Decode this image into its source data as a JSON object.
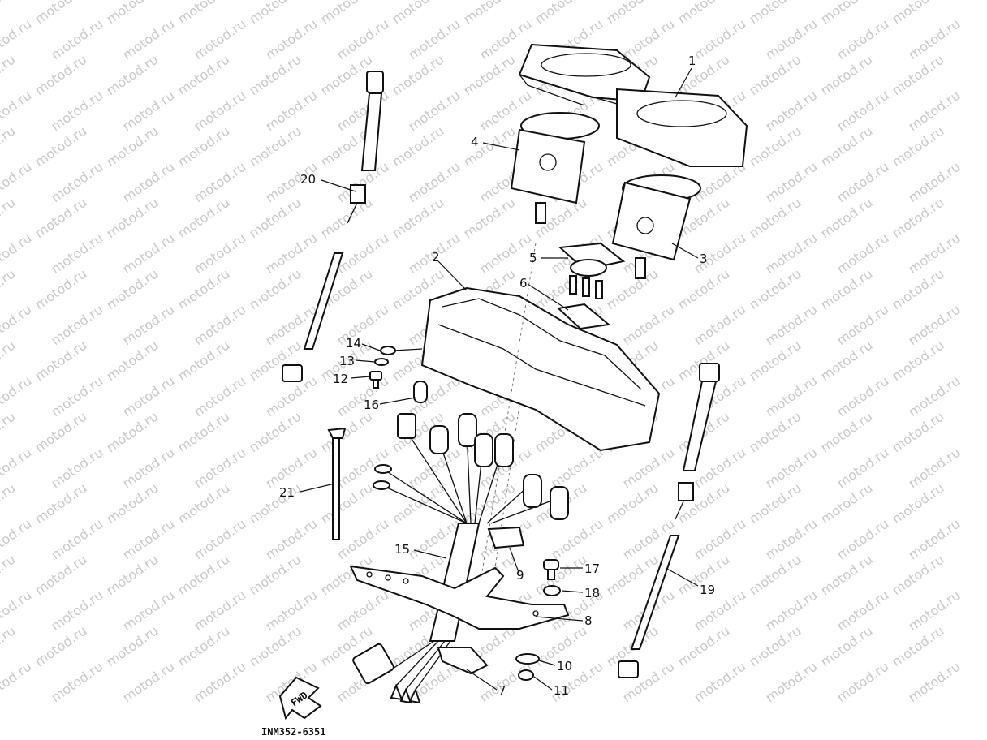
{
  "watermark": {
    "text": "motod.ru",
    "color": "#c9c9c9"
  },
  "diagram_code": "INM352-6351",
  "fwd_mark": "FWD",
  "callouts": [
    {
      "id": "1",
      "text": "1"
    },
    {
      "id": "2",
      "text": "2"
    },
    {
      "id": "3",
      "text": "3"
    },
    {
      "id": "4",
      "text": "4"
    },
    {
      "id": "5",
      "text": "5"
    },
    {
      "id": "6",
      "text": "6"
    },
    {
      "id": "7",
      "text": "7"
    },
    {
      "id": "8",
      "text": "8"
    },
    {
      "id": "9",
      "text": "9"
    },
    {
      "id": "10",
      "text": "10"
    },
    {
      "id": "11",
      "text": "11"
    },
    {
      "id": "12",
      "text": "12"
    },
    {
      "id": "13",
      "text": "13"
    },
    {
      "id": "14",
      "text": "14"
    },
    {
      "id": "15",
      "text": "15"
    },
    {
      "id": "16",
      "text": "16"
    },
    {
      "id": "17",
      "text": "17"
    },
    {
      "id": "18",
      "text": "18"
    },
    {
      "id": "19",
      "text": "19"
    },
    {
      "id": "20",
      "text": "20"
    },
    {
      "id": "21",
      "text": "21"
    }
  ]
}
